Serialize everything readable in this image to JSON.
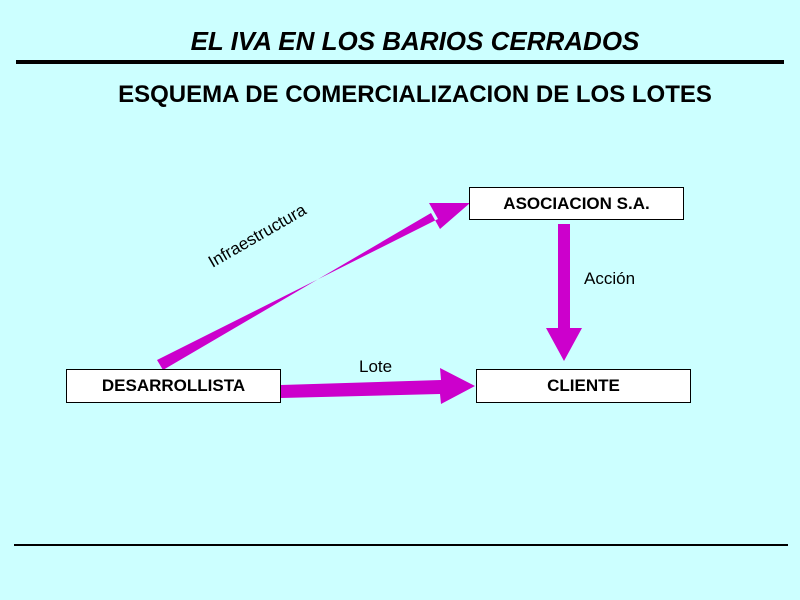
{
  "title": "EL IVA EN LOS BARIOS CERRADOS",
  "subtitle": "ESQUEMA DE COMERCIALIZACION DE LOS LOTES",
  "nodes": {
    "asociacion": "ASOCIACION S.A.",
    "desarrollista": "DESARROLLISTA",
    "cliente": "CLIENTE"
  },
  "edges": {
    "infraestructura": "Infraestructura",
    "accion": "Acción",
    "lote": "Lote"
  },
  "colors": {
    "background": "#ccffff",
    "arrow": "#cc00cc"
  }
}
